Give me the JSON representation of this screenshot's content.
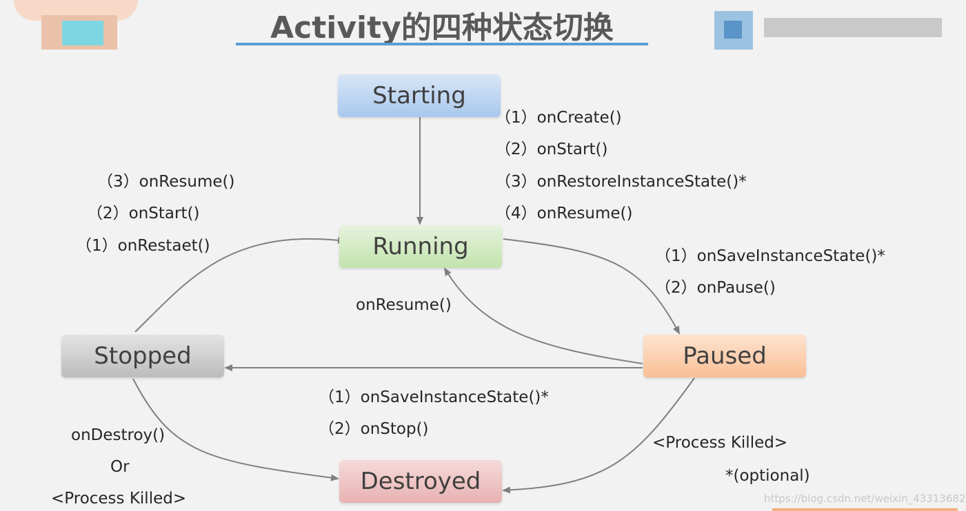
{
  "title": "Activity的四种状态切换",
  "nodes": {
    "starting": "Starting",
    "running": "Running",
    "stopped": "Stopped",
    "paused": "Paused",
    "destroyed": "Destroyed"
  },
  "labels": {
    "start_to_running": [
      "（1）onCreate()",
      "（2）onStart()",
      "（3）onRestoreInstanceState()*",
      "（4）onResume()"
    ],
    "stopped_to_running": [
      "（3）onResume()",
      "（2）onStart()",
      "（1）onRestaet()"
    ],
    "paused_to_running": "onResume()",
    "running_to_paused": [
      "（1）onSaveInstanceState()*",
      "（2）onPause()"
    ],
    "paused_to_stopped": [
      "（1）onSaveInstanceState()*",
      "（2）onStop()"
    ],
    "stopped_to_destroyed": [
      "onDestroy()",
      "Or",
      "<Process Killed>"
    ],
    "paused_to_destroyed": [
      "<Process Killed>",
      "*(optional)"
    ]
  },
  "watermark": "https://blog.csdn.net/weixin_43313682",
  "colors": {
    "accent": "#5b9bd5",
    "edge": "#7f7f7f"
  }
}
